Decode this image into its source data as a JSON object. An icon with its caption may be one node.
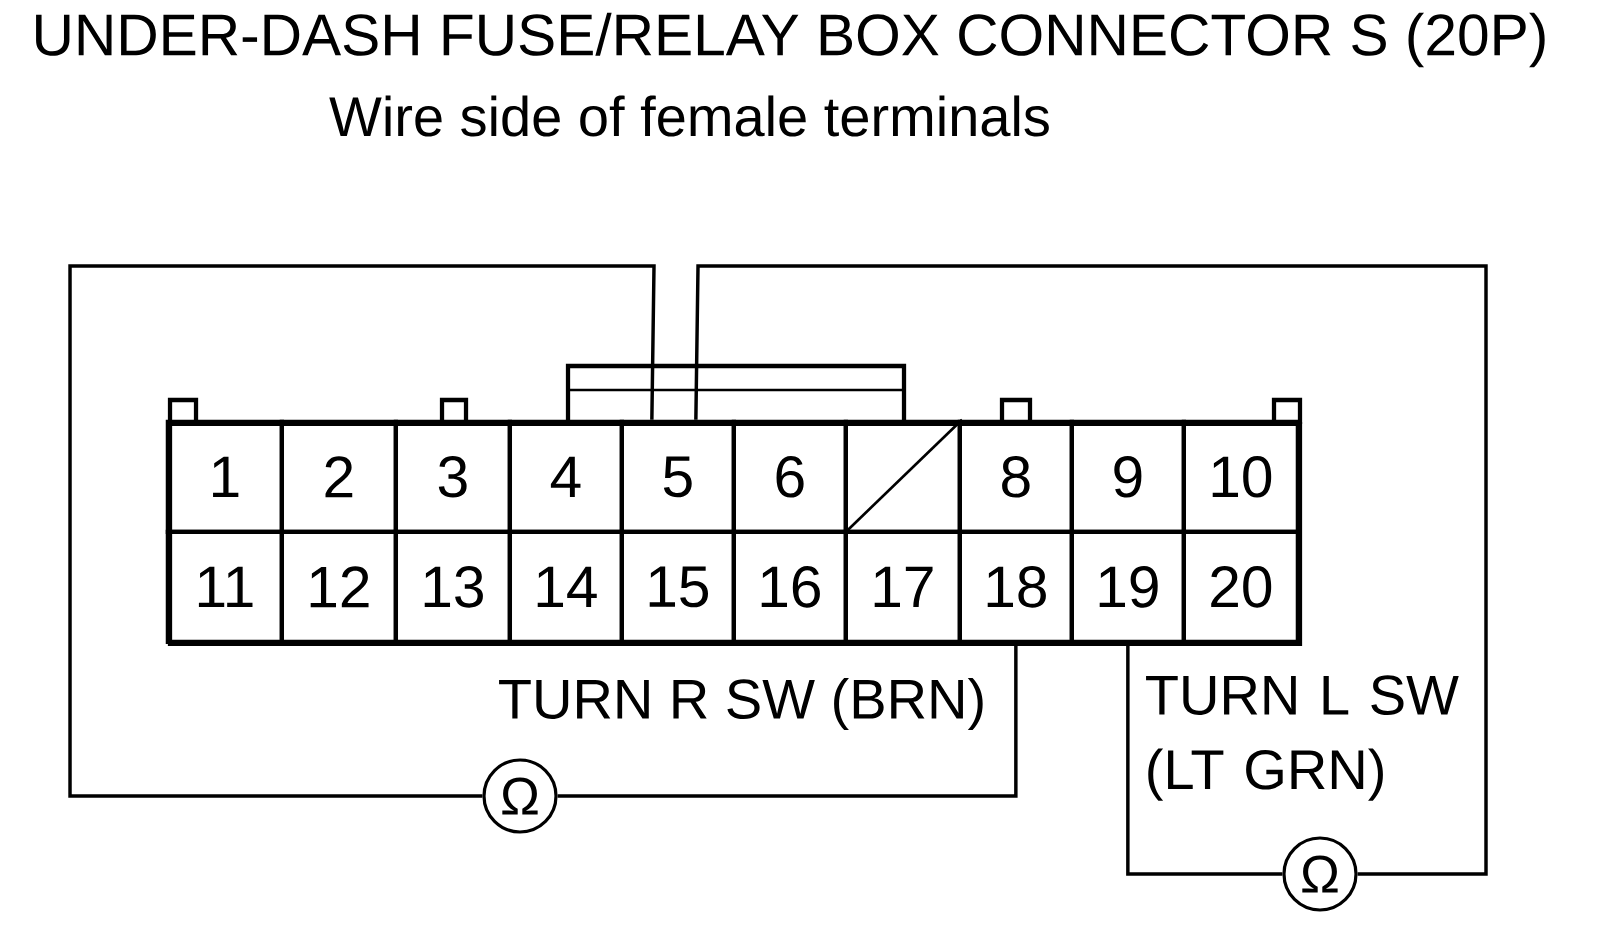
{
  "diagram": {
    "title": "UNDER-DASH FUSE/RELAY BOX CONNECTOR S (20P)",
    "nodes": [
      {
        "text": [],
        "shape": "box"
      },
      {
        "text": [
          "1"
        ],
        "in": 0
      },
      {
        "text": [
          "2"
        ],
        "in": 0
      },
      {
        "text": [
          "3"
        ],
        "in": 0
      },
      {
        "text": [
          "4"
        ],
        "in": 0
      },
      {
        "text": [
          "5"
        ],
        "in": 0
      },
      {
        "text": [
          "6"
        ],
        "in": 0
      },
      {
        "text": [],
        "shape": "box",
        "in": 0
      },
      {
        "text": [
          "8"
        ],
        "in": 0
      },
      {
        "text": [
          "9"
        ],
        "in": 0
      },
      {
        "text": [
          "10"
        ],
        "in": 0
      },
      {
        "text": [
          "11"
        ],
        "in": 0
      },
      {
        "text": [
          "12"
        ],
        "in": 0
      },
      {
        "text": [
          "13"
        ],
        "in": 0
      },
      {
        "text": [
          "14"
        ],
        "in": 0
      },
      {
        "text": [
          "15"
        ],
        "in": 0
      },
      {
        "text": [
          "16"
        ],
        "in": 0
      },
      {
        "text": [
          "17"
        ],
        "in": 0
      },
      {
        "text": [
          "18"
        ],
        "in": 0
      },
      {
        "text": [
          "19"
        ],
        "in": 0
      },
      {
        "text": [
          "20"
        ],
        "in": 0
      },
      {
        "text": [
          "Ω"
        ]
      },
      {
        "text": [
          "Ω"
        ]
      }
    ],
    "edges": [
      {
        "from": 5,
        "to": 21,
        "arrow": "none"
      },
      {
        "from": 21,
        "to": 18,
        "arrow": "none",
        "label": "TURN R SW (BRN)"
      },
      {
        "from": 19,
        "to": 22,
        "arrow": "none",
        "label": "TURN L SW (LT GRN)"
      },
      {
        "from": 22,
        "to": 5,
        "arrow": "none"
      }
    ],
    "labels": [
      "Wire side of female terminals"
    ]
  }
}
